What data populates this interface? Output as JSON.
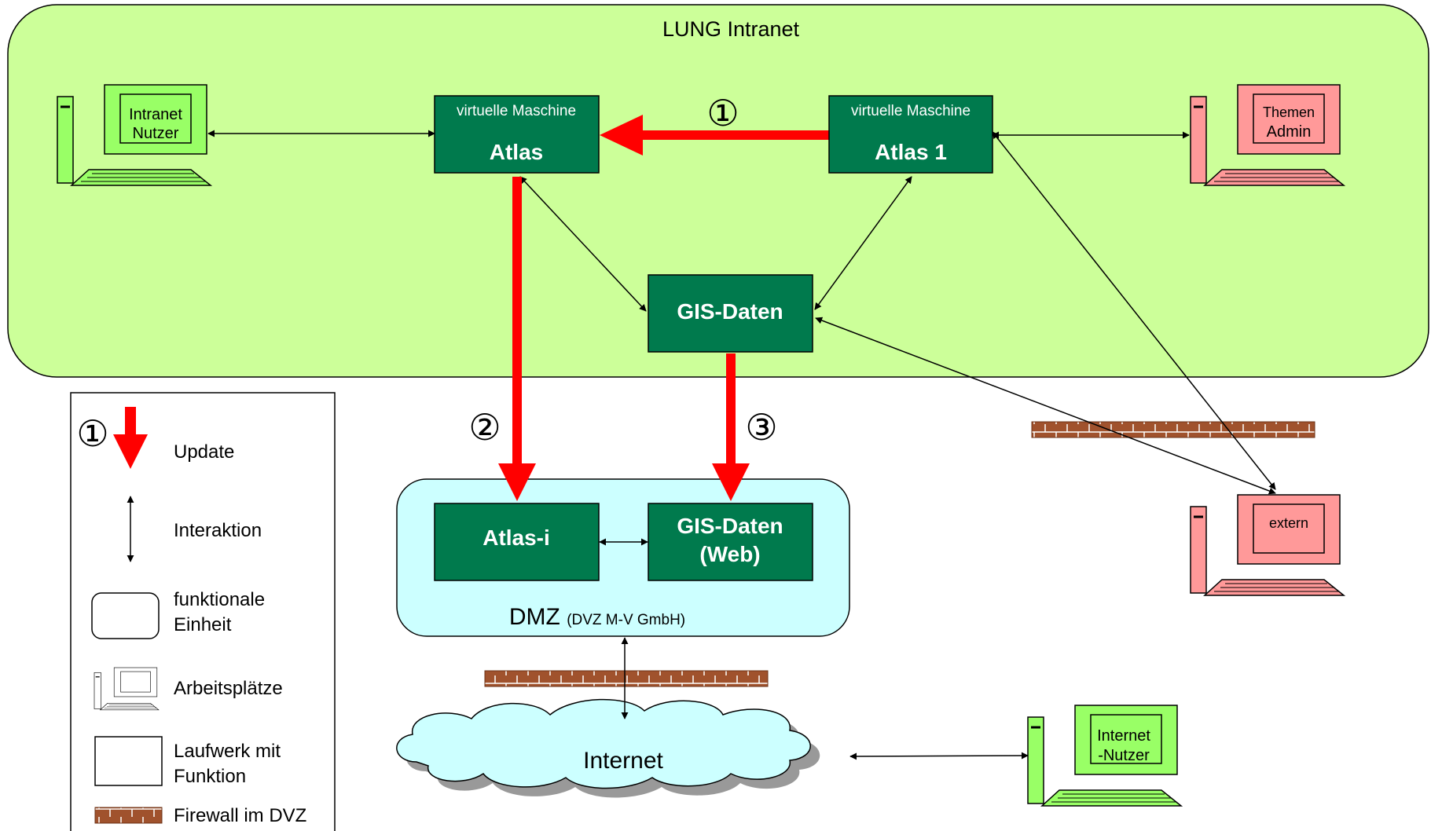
{
  "colors": {
    "intranet_fill": "#ccff99",
    "dmz_fill": "#ccffff",
    "node_fill": "#007a4d",
    "update_red": "#ff0000",
    "pc_green": "#99ff66",
    "pc_pink": "#ff9999",
    "firewall": "#a0522d",
    "cloud_fill": "#ccffff"
  },
  "regions": {
    "intranet_title": "LUNG Intranet",
    "dmz_title": "DMZ",
    "dmz_subtitle": "(DVZ M-V GmbH)",
    "internet": "Internet"
  },
  "nodes": {
    "atlas_vm": "virtuelle Maschine",
    "atlas": "Atlas",
    "atlas1_vm": "virtuelle Maschine",
    "atlas1": "Atlas 1",
    "gis": "GIS-Daten",
    "atlas_i": "Atlas-i",
    "gis_web_line1": "GIS-Daten",
    "gis_web_line2": "(Web)"
  },
  "workstations": {
    "intranet_line1": "Intranet",
    "intranet_line2": "Nutzer",
    "themen_line1": "Themen",
    "themen_line2": "Admin",
    "extern": "extern",
    "internet_line1": "Internet",
    "internet_line2": "-Nutzer"
  },
  "markers": {
    "step1": "①",
    "step2": "②",
    "step3": "③"
  },
  "legend": {
    "marker": "①",
    "update": "Update",
    "interaction": "Interaktion",
    "functional_line1": "funktionale",
    "functional_line2": "Einheit",
    "workstations": "Arbeitsplätze",
    "drive_line1": "Laufwerk mit",
    "drive_line2": "Funktion",
    "firewall": "Firewall im DVZ"
  }
}
